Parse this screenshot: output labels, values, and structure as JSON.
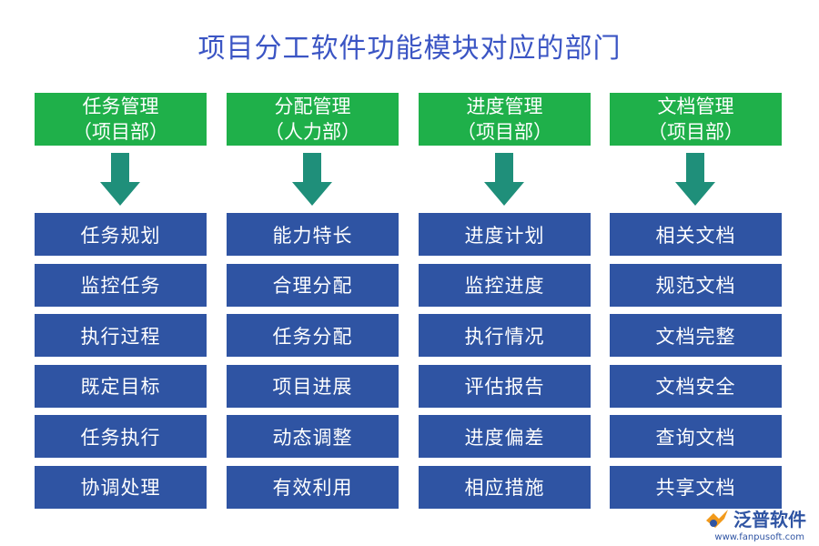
{
  "title": "项目分工软件功能模块对应的部门",
  "columns": [
    {
      "name": "任务管理",
      "dept": "（项目部）",
      "items": [
        "任务规划",
        "监控任务",
        "执行过程",
        "既定目标",
        "任务执行",
        "协调处理"
      ]
    },
    {
      "name": "分配管理",
      "dept": "（人力部）",
      "items": [
        "能力特长",
        "合理分配",
        "任务分配",
        "项目进展",
        "动态调整",
        "有效利用"
      ]
    },
    {
      "name": "进度管理",
      "dept": "（项目部）",
      "items": [
        "进度计划",
        "监控进度",
        "执行情况",
        "评估报告",
        "进度偏差",
        "相应措施"
      ]
    },
    {
      "name": "文档管理",
      "dept": "（项目部）",
      "items": [
        "相关文档",
        "规范文档",
        "文档完整",
        "文档安全",
        "查询文档",
        "共享文档"
      ]
    }
  ],
  "logo": {
    "name": "泛普软件",
    "url": "www.fanpusoft.com"
  },
  "colors": {
    "header": "#1fb04a",
    "item": "#2f54a3",
    "arrow": "#1f8f7a",
    "title": "#3b55c4"
  }
}
